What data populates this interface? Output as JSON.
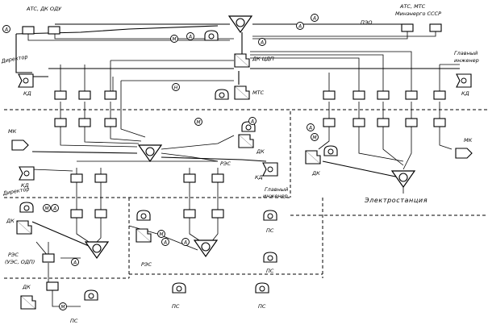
{
  "labels": {
    "ats_dk_odu": "АТС, ДК ОДУ",
    "ats_mts_line1": "АТС, МТС",
    "ats_mts_line2": "Минэнерго СССР",
    "peo_top": "ПЭО",
    "dk_tsdp": "ДК ЦДП",
    "mts": "МТС",
    "director_top": "Директор",
    "kd_top_left": "КД",
    "chief_eng_top_line1": "Главный",
    "chief_eng_top_line2": "инженер",
    "kd_top_right": "КД",
    "mk_left": "МК",
    "dk_middle": "ДК",
    "res_middle": "РЭС",
    "kd_middle": "КД",
    "chief_eng_mid_line1": "Главный",
    "chief_eng_mid_line2": "инженер",
    "director_mid": "Директор",
    "kd_mid_left": "КД",
    "dk_plant": "ДК",
    "mk_plant": "МК",
    "power_plant": "Электростанция",
    "dk_lower_left": "ДК",
    "res_lower_line1": "РЭС",
    "res_lower_line2": "(УЭС, ОДП)",
    "res_lower_center": "РЭС",
    "ps_right_1": "ПС",
    "ps_right_2": "ПС",
    "dk_bottom_left": "ДК",
    "ps_bottom_left": "ПС",
    "ps_bottom_center": "ПС",
    "ps_bottom_right": "ПС"
  },
  "symbols": {
    "A": "А",
    "M": "М",
    "N": "Н"
  }
}
